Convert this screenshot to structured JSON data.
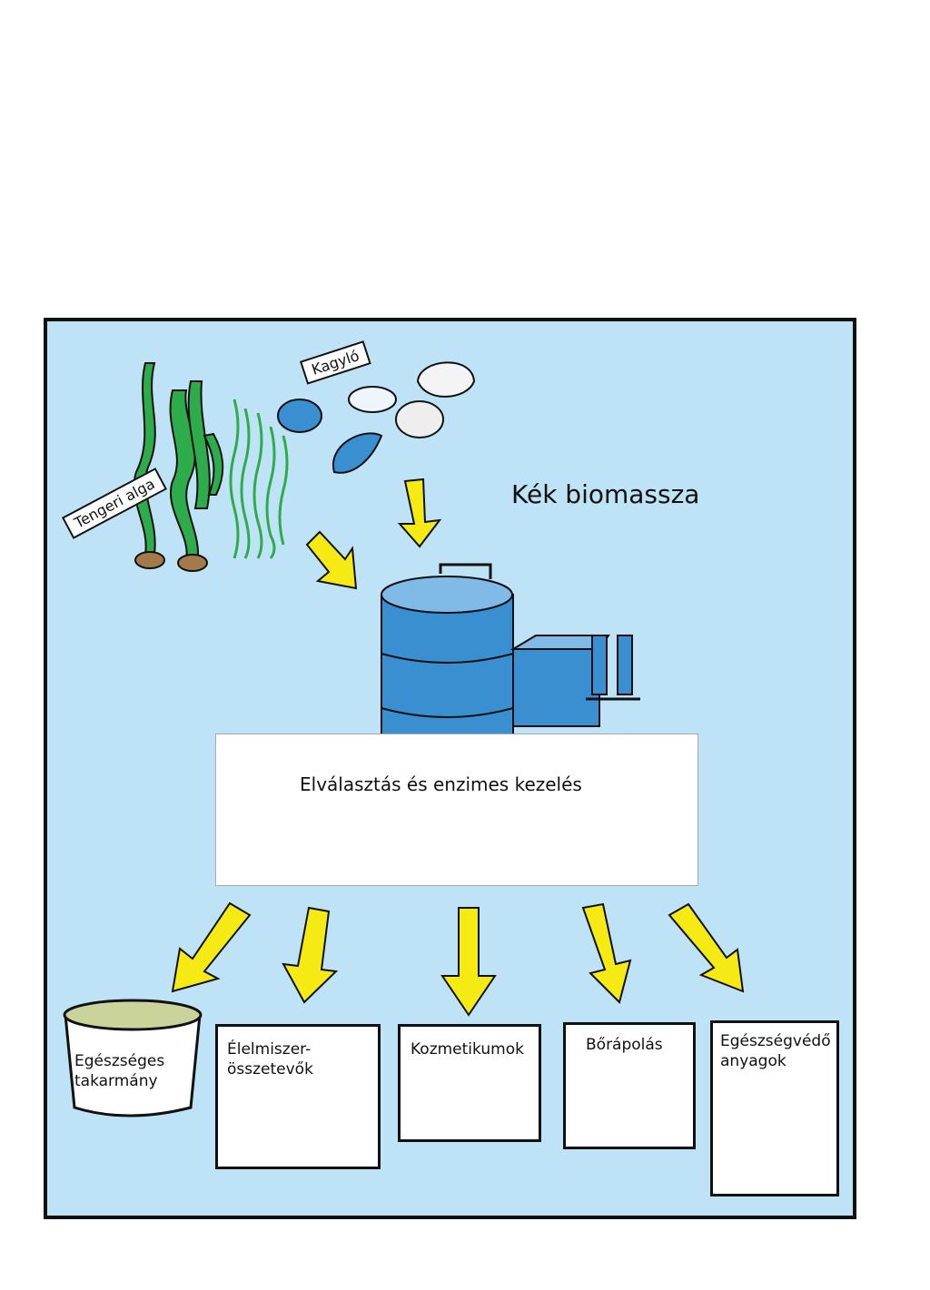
{
  "title": "Kék biomassza",
  "sources": {
    "seaweed_label": "Tengeri alga",
    "shells_label": "Kagyló"
  },
  "process": {
    "label": "Elválasztás és enzimes kezelés"
  },
  "outputs": [
    {
      "line1": "Egészséges",
      "line2": "takarmány"
    },
    {
      "line1": "Élelmiszer-",
      "line2": "összetevők"
    },
    {
      "line1": "Kozmetikumok",
      "line2": ""
    },
    {
      "line1": "Bőrápolás",
      "line2": ""
    },
    {
      "line1": "Egészségvédő",
      "line2": "anyagok"
    }
  ],
  "colors": {
    "background": "#bfe3f6",
    "arrow": "#f5ea14",
    "tank": "#3a8fd0",
    "seaweed": "#2eab4a",
    "protein_block": "#a57a4a"
  }
}
